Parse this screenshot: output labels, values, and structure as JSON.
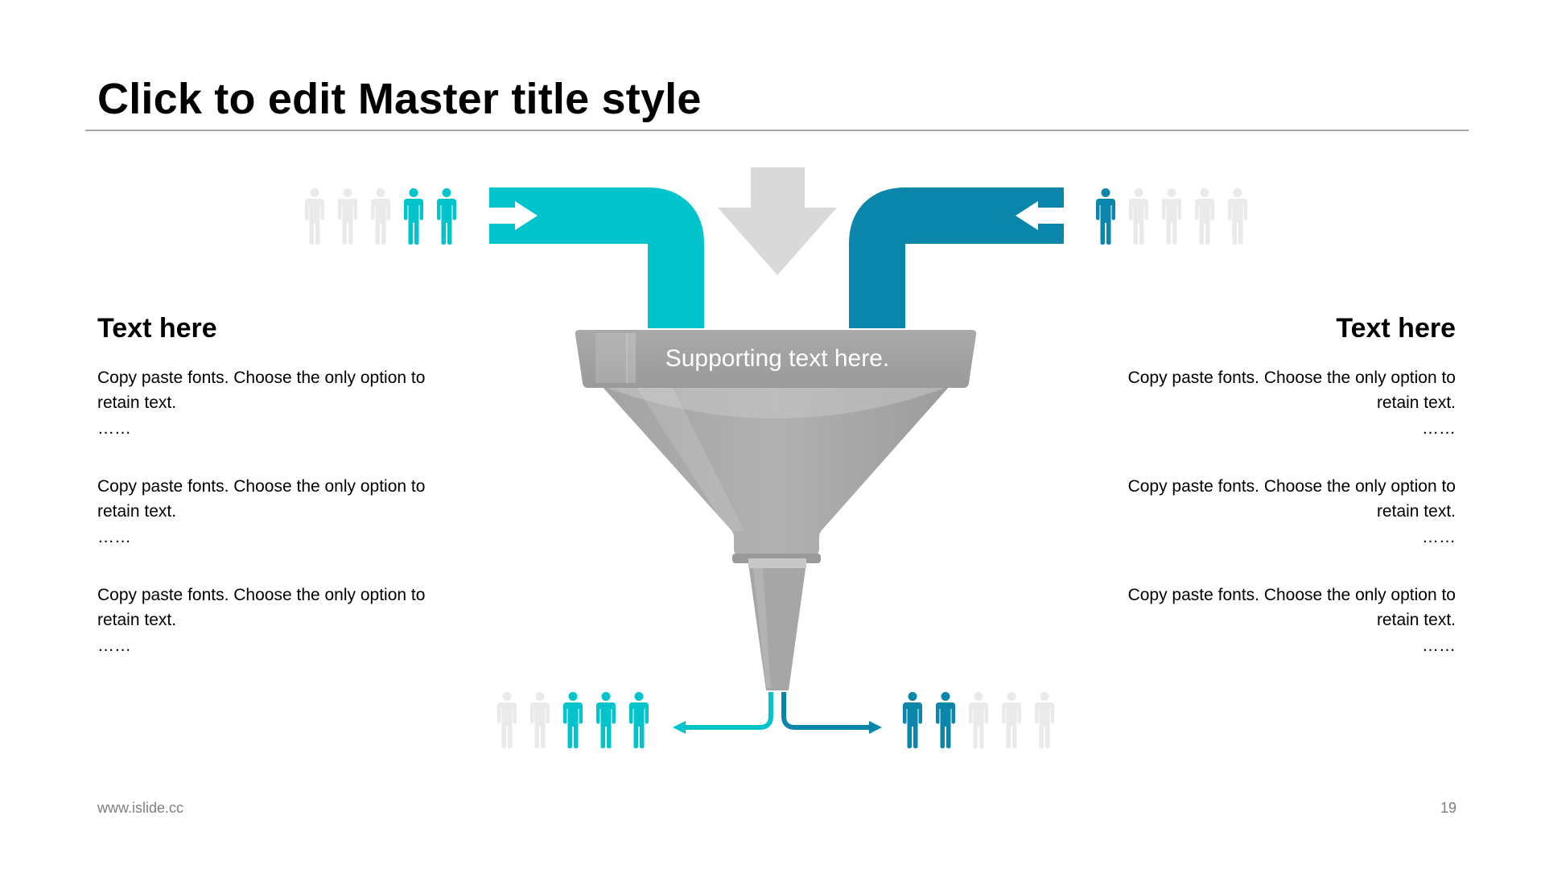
{
  "slide": {
    "title": "Click to edit Master title style",
    "footer_url": "www.islide.cc",
    "page_number": "19"
  },
  "colors": {
    "teal": "#00C4CC",
    "blue": "#0A86AB",
    "gray_arrow": "#D9D9D9",
    "person_inactive": "#EAEAEA",
    "funnel_gray": "#A6A6A6"
  },
  "funnel": {
    "supporting_text": "Supporting text here."
  },
  "people": {
    "top_left": {
      "total": 5,
      "active": 2
    },
    "top_right": {
      "total": 5,
      "active": 1
    },
    "bottom_left": {
      "total": 5,
      "active": 3
    },
    "bottom_right": {
      "total": 5,
      "active": 2
    }
  },
  "left_column": {
    "heading": "Text here",
    "items": [
      {
        "line1": "Copy paste fonts. Choose the only option to",
        "line2": "retain text.",
        "dots": "……"
      },
      {
        "line1": "Copy paste fonts. Choose the only option to",
        "line2": "retain text.",
        "dots": "……"
      },
      {
        "line1": "Copy paste fonts. Choose the only option to",
        "line2": "retain text.",
        "dots": "……"
      }
    ]
  },
  "right_column": {
    "heading": "Text here",
    "items": [
      {
        "line1": "Copy paste fonts. Choose the only option to",
        "line2": "retain text.",
        "dots": "……"
      },
      {
        "line1": "Copy paste fonts. Choose the only option to",
        "line2": "retain text.",
        "dots": "……"
      },
      {
        "line1": "Copy paste fonts. Choose the only option to",
        "line2": "retain text.",
        "dots": "……"
      }
    ]
  }
}
